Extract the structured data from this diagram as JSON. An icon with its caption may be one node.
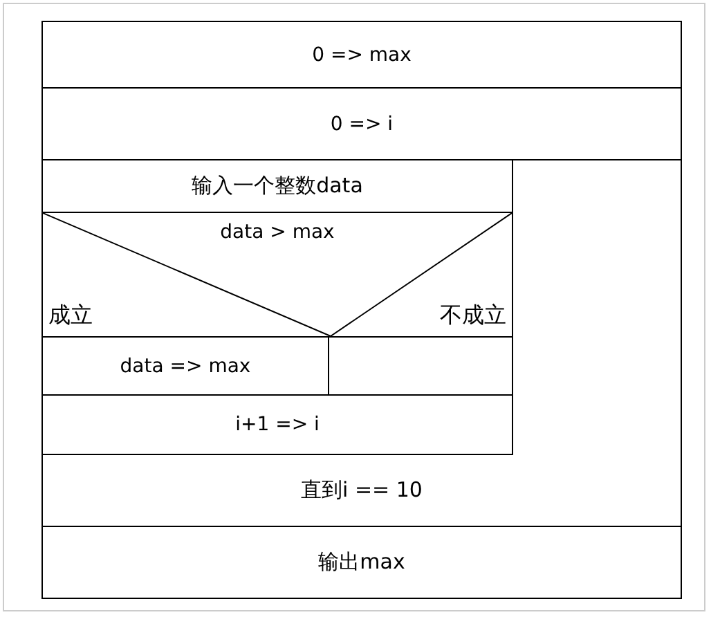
{
  "diagram": {
    "nodes": [
      {
        "text": [
          "0 => max"
        ]
      },
      {
        "text": [
          "0 => i"
        ]
      },
      {
        "text": [
          "直到i == 10"
        ]
      },
      {
        "text": [
          "输入一个整数data"
        ],
        "in": 2
      },
      {
        "text": [
          "data > max",
          "成立",
          "不成立"
        ],
        "in": 2
      },
      {
        "text": [
          "data => max"
        ],
        "in": 2
      },
      {
        "text": [],
        "shape": "box",
        "in": 2
      },
      {
        "text": [
          "i+1 => i"
        ],
        "in": 2
      },
      {
        "text": [
          "输出max"
        ]
      }
    ]
  }
}
